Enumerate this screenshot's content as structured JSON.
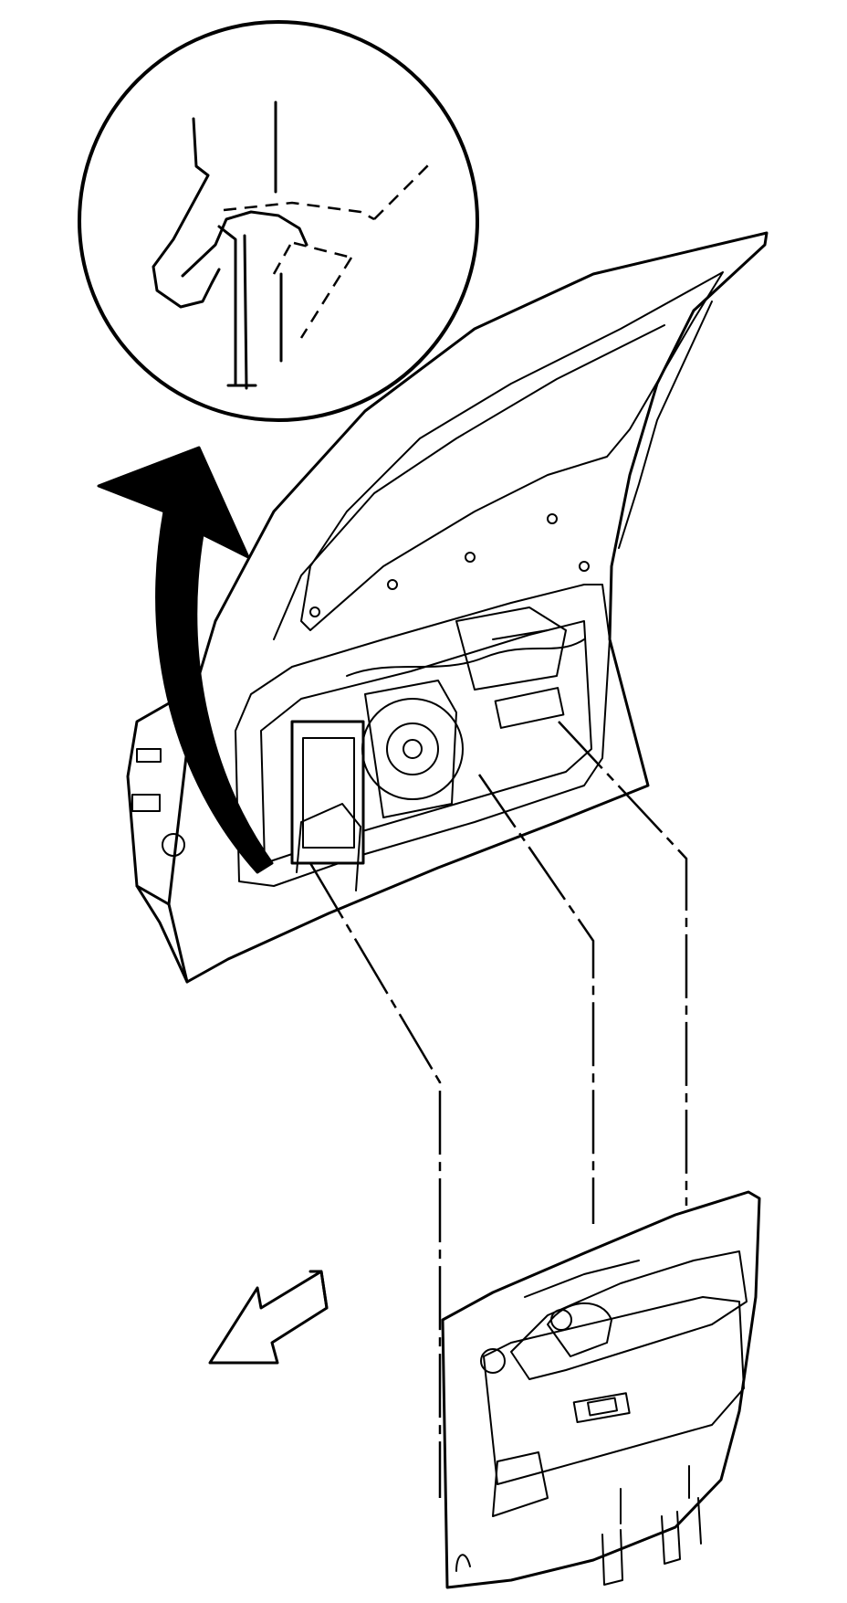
{
  "diagram": {
    "colors": {
      "line": "#000000",
      "background": "#ffffff"
    },
    "icons": [
      "curved-arrow-icon",
      "direction-arrow-icon"
    ],
    "views": [
      "detail-inset-view",
      "door-frame",
      "door-trim-panel"
    ]
  }
}
